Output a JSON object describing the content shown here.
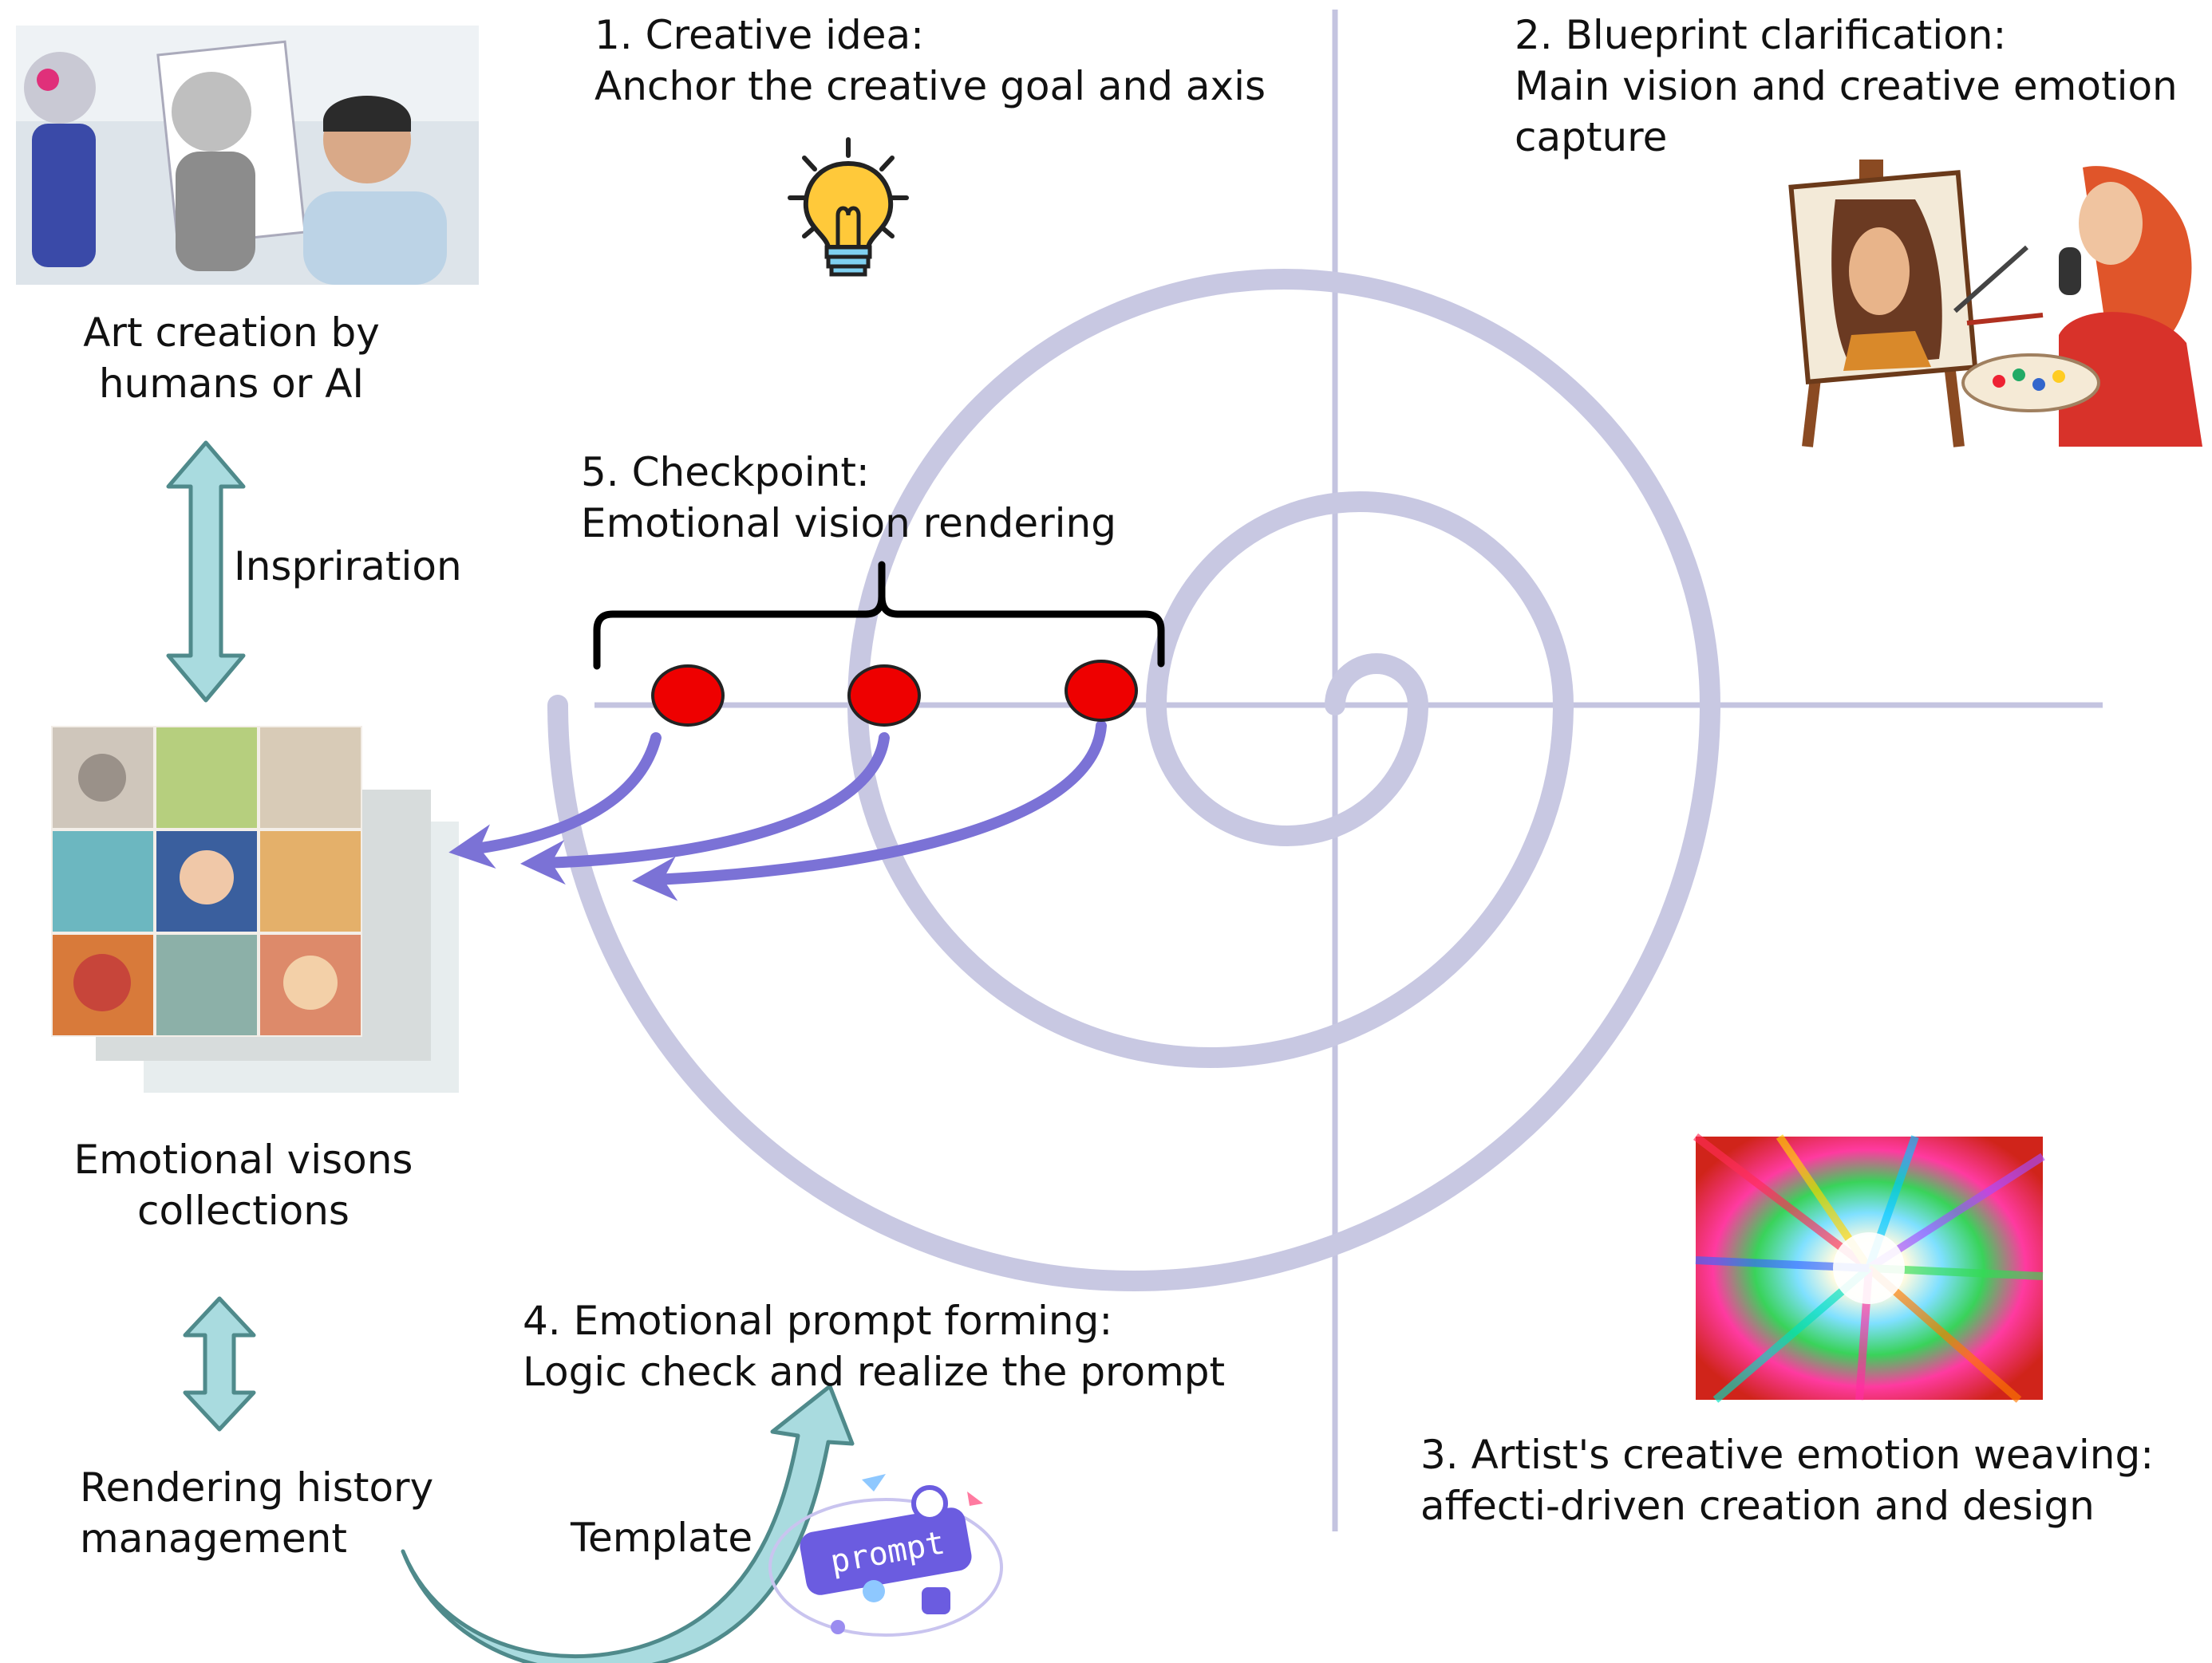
{
  "colors": {
    "axis": "#c4c4e0",
    "spiral": "#c8c8e2",
    "checkpoint_dot": "#ee0000",
    "purple_arrow": "#7b72d6",
    "teal_arrow_fill": "#a9dbdf",
    "teal_arrow_stroke": "#4f8a8b"
  },
  "steps": {
    "creative_idea": {
      "line1": "1. Creative idea:",
      "line2": "Anchor the creative goal and axis",
      "icon": "lightbulb-icon"
    },
    "blueprint": {
      "line1": "2. Blueprint clarification:",
      "line2": "Main vision and creative emotion",
      "line3": "capture"
    },
    "weaving": {
      "line1": "3. Artist's creative emotion weaving:",
      "line2": "affecti-driven creation and design"
    },
    "prompt_forming": {
      "line1": "4. Emotional prompt forming:",
      "line2": "Logic check and realize the prompt"
    },
    "checkpoint": {
      "line1": "5. Checkpoint:",
      "line2": "Emotional vision rendering"
    }
  },
  "left_panel": {
    "art_creation": {
      "line1": "Art creation by",
      "line2": "humans or AI"
    },
    "inspiration_label": "Inspriration",
    "collections": {
      "line1": "Emotional visons",
      "line2": "collections"
    },
    "history": {
      "line1": "Rendering history",
      "line2": "management"
    },
    "template_label": "Template"
  },
  "prompt_badge": "prompt"
}
